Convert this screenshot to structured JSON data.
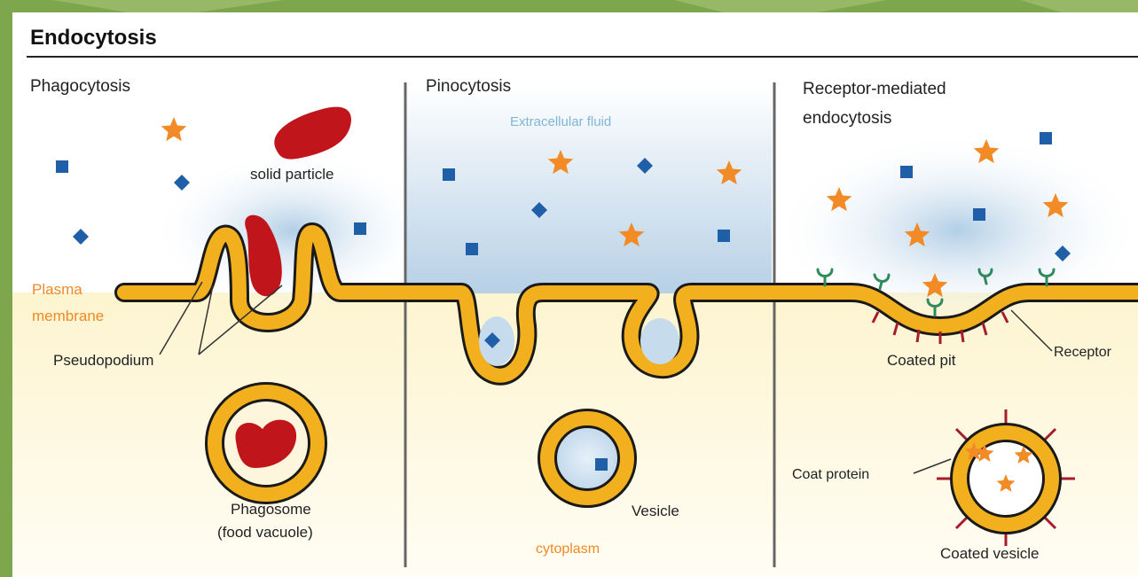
{
  "title": "Endocytosis",
  "panels": {
    "phagocytosis": {
      "heading": "Phagocytosis",
      "solid_particle": "solid particle",
      "plasma_line1": "Plasma",
      "plasma_line2": "membrane",
      "pseudopodium": "Pseudopodium",
      "phagosome_line1": "Phagosome",
      "phagosome_line2": "(food vacuole)"
    },
    "pinocytosis": {
      "heading": "Pinocytosis",
      "extracellular": "Extracellular fluid",
      "vesicle": "Vesicle",
      "cytoplasm": "cytoplasm"
    },
    "receptor": {
      "heading_line1": "Receptor-mediated",
      "heading_line2": "endocytosis",
      "coated_pit": "Coated pit",
      "receptor": "Receptor",
      "coat_protein": "Coat protein",
      "coated_vesicle": "Coated vesicle"
    }
  },
  "colors": {
    "membrane": "#f2b01e",
    "membrane_outline": "#1a1a1a",
    "particle": "#c0161b",
    "molecule": "#1f5fa8",
    "star": "#f28a26",
    "receptor": "#2e8a5c",
    "coat": "#a61c2e",
    "label_orange": "#f08a24",
    "label_blue": "#7fb6d8"
  }
}
